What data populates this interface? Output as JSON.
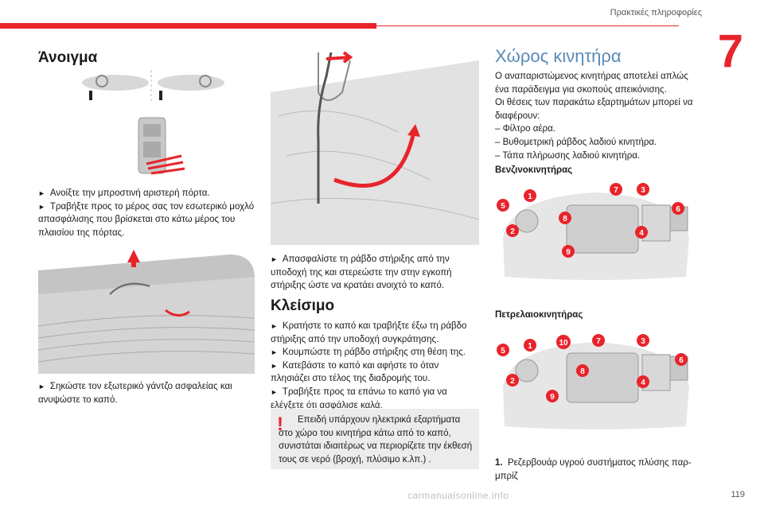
{
  "header": {
    "chapter_label": "Πρακτικές πληροφορίες",
    "chapter_number": "7",
    "page_number": "119",
    "watermark": "carmanualsonline.info"
  },
  "opening": {
    "title": "Άνοιγμα",
    "step1": "Ανοίξτε την μπροστινή αριστερή πόρτα.",
    "step2": "Τραβήξτε προς το μέρος σας τον εσωτερικό μοχλό απασφάλισης που βρίσκεται στο κάτω μέρος του πλαισίου της πόρτας.",
    "step3": "Σηκώστε τον εξωτερικό γάντζο ασφαλείας και ανυψώστε το καπό.",
    "step4": "Απασφαλίστε τη ράβδο στήριξης από την υποδοχή της και στερεώστε την στην εγκοπή στήριξης ώστε να κρατάει ανοιχτό το καπό."
  },
  "closing": {
    "title": "Κλείσιμο",
    "step1": "Κρατήστε το καπό και τραβήξτε έξω τη ράβδο στήριξης από την υποδοχή συγκράτησης.",
    "step2": "Κουμπώστε τη ράβδο στήριξης στη θέση της.",
    "step3": "Κατεβάστε το καπό και αφήστε το όταν πλησιάζει στο τέλος της διαδρομής του.",
    "step4": "Τραβήξτε προς τα επάνω το καπό για να ελέγξετε ότι ασφάλισε καλά.",
    "warning_mark": "!",
    "warning": "Επειδή υπάρχουν ηλεκτρικά εξαρτήματα στο χώρο του κινητήρα κάτω από το καπό, συνιστάται ιδιαιτέρως να περιορίζετε την έκθεσή τους σε νερό (βροχή, πλύσιμο κ.λπ.) ."
  },
  "engine_bay": {
    "title": "Χώρος κινητήρα",
    "intro1": "Ο αναπαριστώμενος κινητήρας αποτελεί απλώς ένα παράδειγμα για σκοπούς απεικόνισης.",
    "intro2": "Οι θέσεις των παρακάτω εξαρτημάτων μπορεί να διαφέρουν:",
    "items": [
      "–  Φίλτρο αέρα.",
      "–  Βυθομετρική ράβδος λαδιού κινητήρα.",
      "–  Τάπα πλήρωσης λαδιού κινητήρα."
    ],
    "petrol_heading": "Βενζινοκινητήρας",
    "diesel_heading": "Πετρελαιοκινητήρας",
    "callouts_petrol": [
      "5",
      "1",
      "2",
      "8",
      "9",
      "7",
      "3",
      "6",
      "4"
    ],
    "callouts_diesel": [
      "5",
      "1",
      "10",
      "7",
      "3",
      "2",
      "8",
      "9",
      "6",
      "4"
    ],
    "list_item_1_number": "1.",
    "list_item_1_text": "Ρεζερβουάρ υγρού συστήματος πλύσης παρ-μπρίζ"
  },
  "colors": {
    "accent": "#e8242b",
    "title_blue": "#5a8ab8"
  }
}
